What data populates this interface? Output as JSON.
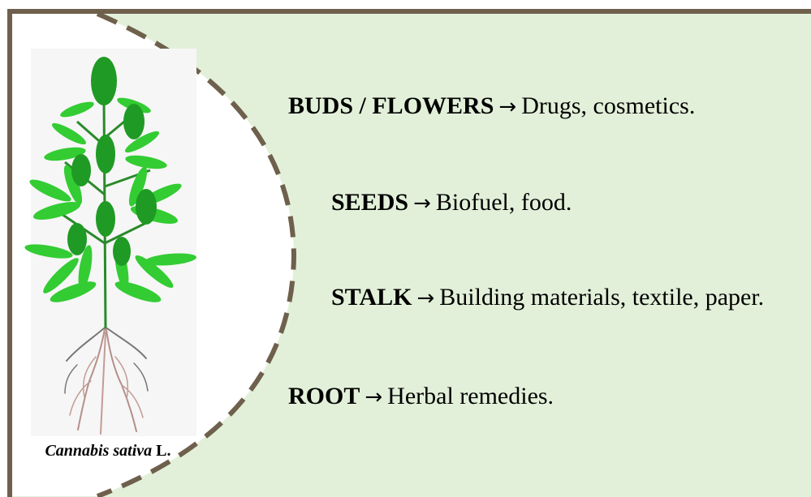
{
  "uses": [
    {
      "part": "BUDS / FLOWERS",
      "arrow": "→",
      "use": "Drugs, cosmetics."
    },
    {
      "part": "SEEDS",
      "arrow": "→",
      "use": "Biofuel, food."
    },
    {
      "part": "STALK",
      "arrow": "→",
      "use": "Building materials, textile, paper."
    },
    {
      "part": "ROOT",
      "arrow": "→",
      "use": "Herbal remedies."
    }
  ],
  "caption": {
    "species": "Cannabis sativa",
    "author": "L."
  },
  "colors": {
    "border": "#6e604c",
    "panel": "#e2f0d9",
    "leaf": "#33cc33",
    "leaf_dark": "#1f9a24",
    "stem": "#2a8a2a",
    "root": "#b58f8a",
    "root_dark": "#555555"
  },
  "icons": {
    "plant": "cannabis-plant-illustration",
    "arrow": "right-arrow-icon"
  }
}
